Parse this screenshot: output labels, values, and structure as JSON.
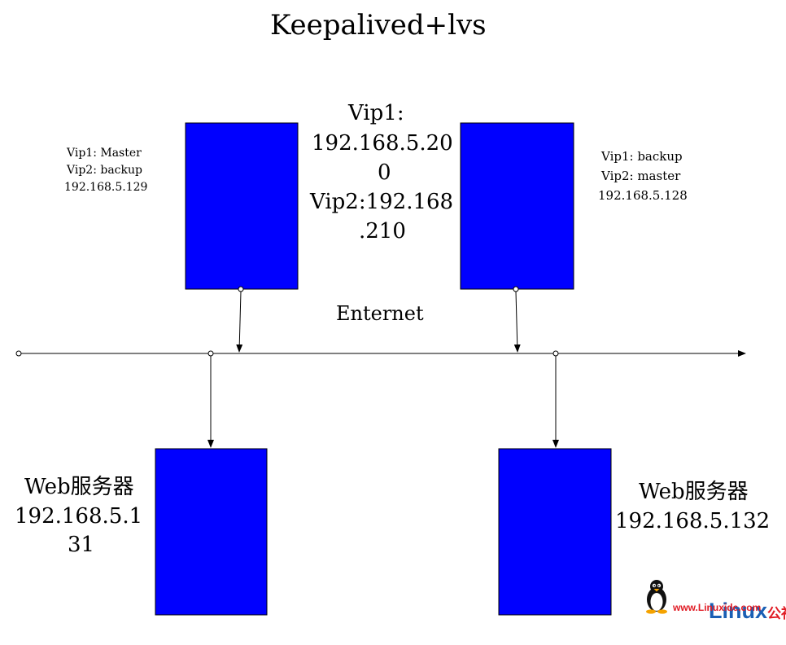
{
  "title": "Keepalived+lvs",
  "vip_text": {
    "line1": "Vip1:",
    "line2": "192.168.5.20",
    "line3": "0",
    "line4": "Vip2:192.168",
    "line5": ".210"
  },
  "network_label": "Enternet",
  "left_director": {
    "line1": "Vip1: Master",
    "line2": "Vip2: backup",
    "line3": "192.168.5.129"
  },
  "right_director": {
    "line1": "Vip1: backup",
    "line2": "Vip2: master",
    "line3": "192.168.5.128"
  },
  "left_web": {
    "line1": "Web服务器",
    "line2": "192.168.5.1",
    "line3": "31"
  },
  "right_web": {
    "line1": "Web服务器",
    "line2": "192.168.5.132"
  },
  "logo": {
    "brand": "Linux",
    "brand_cn": "公社",
    "url": "www.Linuxidc.com"
  },
  "colors": {
    "box_fill": "#0000ff",
    "line": "#000000",
    "logo_blue": "#1a5fb4",
    "logo_red": "#e01b24"
  }
}
